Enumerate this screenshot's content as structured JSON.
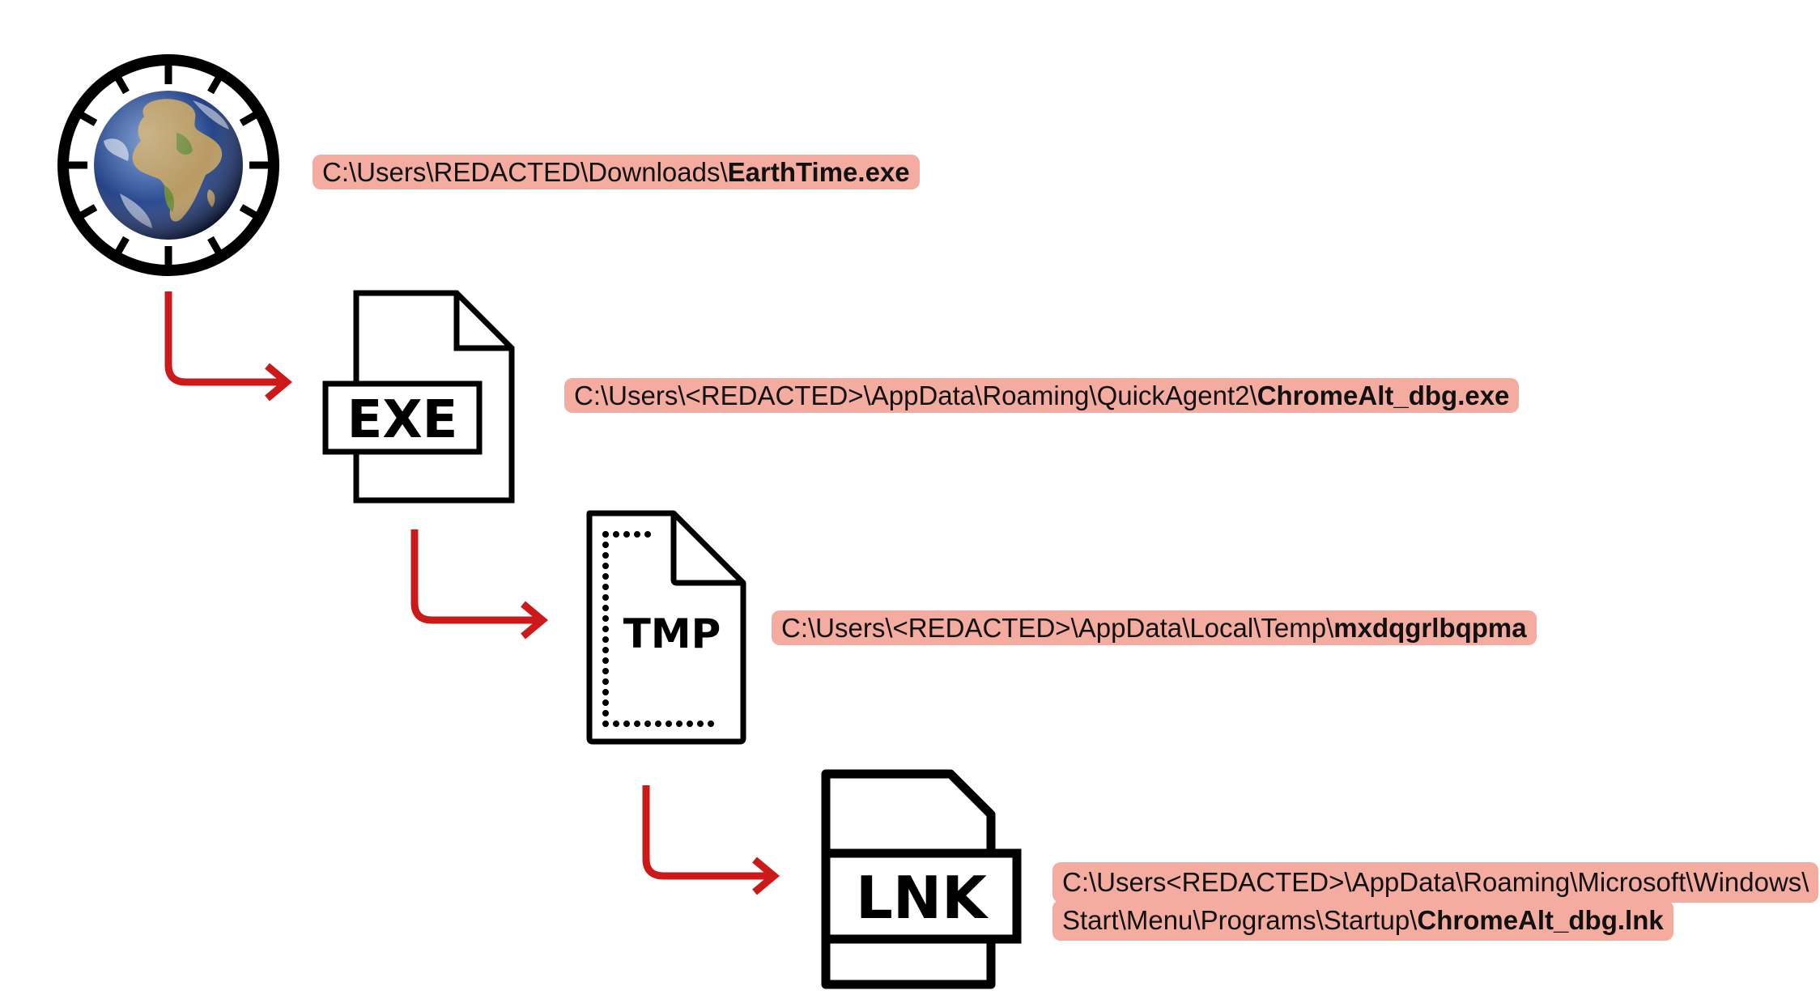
{
  "nodes": [
    {
      "icon": "earth-clock-icon",
      "path_prefix": "C:\\Users\\REDACTED\\Downloads\\",
      "file_name": "EarthTime.exe"
    },
    {
      "icon": "exe-file-icon",
      "icon_text": "EXE",
      "path_prefix": "C:\\Users\\<REDACTED>\\AppData\\Roaming\\QuickAgent2\\",
      "file_name": "ChromeAlt_dbg.exe"
    },
    {
      "icon": "tmp-file-icon",
      "icon_text": "TMP",
      "path_prefix": "C:\\Users\\<REDACTED>\\AppData\\Local\\Temp\\",
      "file_name": "mxdqgrlbqpma"
    },
    {
      "icon": "lnk-file-icon",
      "icon_text": "LNK",
      "path_line1": "C:\\Users<REDACTED>\\AppData\\Roaming\\Microsoft\\Windows\\",
      "path_line2_prefix": "Start\\Menu\\Programs\\Startup\\",
      "file_name": "ChromeAlt_dbg.lnk"
    }
  ],
  "colors": {
    "highlight": "#f4aca0",
    "arrow": "#cc1a1a",
    "icon_stroke": "#000000"
  }
}
